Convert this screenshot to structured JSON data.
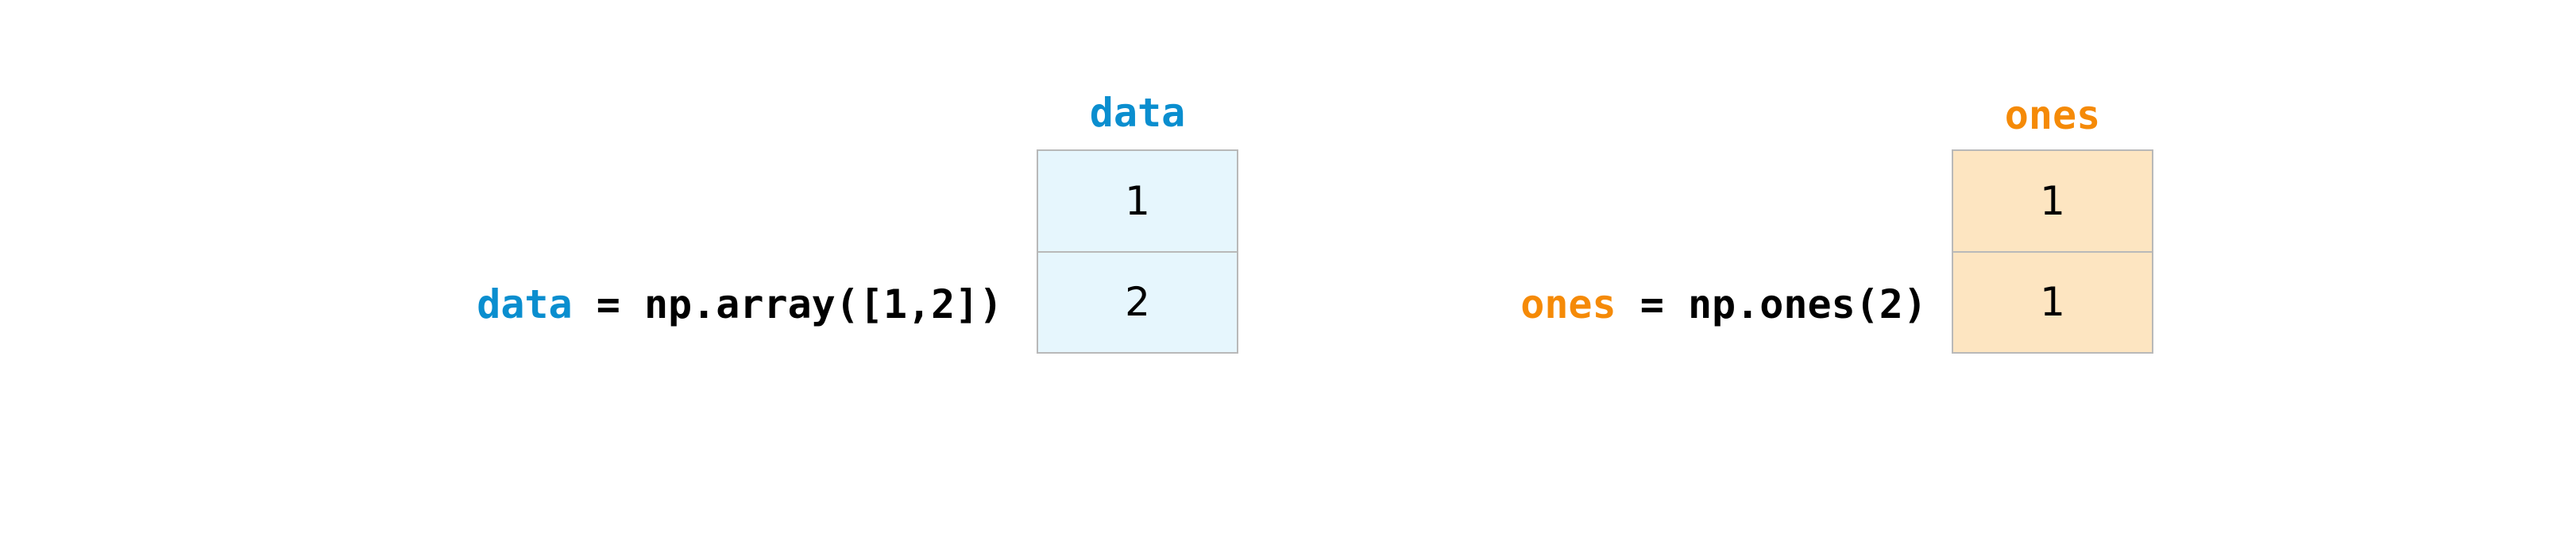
{
  "colors": {
    "data_accent": "#0a8ecf",
    "ones_accent": "#f58a07",
    "data_fill": "#e6f6fd",
    "ones_fill": "#fde5c1",
    "border": "#b9b9b9",
    "text": "#000000"
  },
  "panels": [
    {
      "expression": {
        "variable": "data",
        "rest": " = np.array([1,2])"
      },
      "label": "data",
      "cells": [
        "1",
        "2"
      ]
    },
    {
      "expression": {
        "variable": "ones",
        "rest": " = np.ones(2)"
      },
      "label": "ones",
      "cells": [
        "1",
        "1"
      ]
    }
  ]
}
